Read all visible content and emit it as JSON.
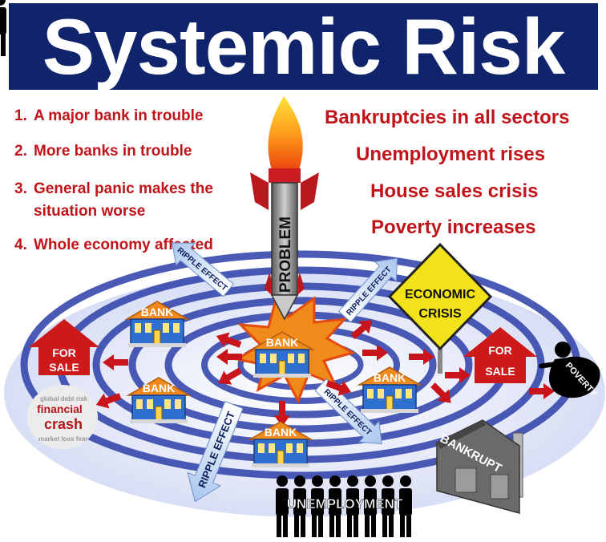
{
  "title": "Systemic Risk",
  "steps": [
    {
      "num": "1.",
      "text": "A major bank in trouble"
    },
    {
      "num": "2.",
      "text": "More banks in trouble"
    },
    {
      "num": "3.",
      "text": "General panic makes the",
      "text2": "situation worse"
    },
    {
      "num": "4.",
      "text": "Whole economy affected"
    }
  ],
  "consequences": [
    "Bankruptcies in all sectors",
    "Unemployment rises",
    "House sales crisis",
    "Poverty increases"
  ],
  "labels": {
    "problem": "PROBLEM",
    "bank": "BANK",
    "ripple": "RIPPLE EFFECT",
    "for": "FOR",
    "sale": "SALE",
    "economic": "ECONOMIC",
    "crisis": "CRISIS",
    "bankrupt": "BANKRUPT",
    "unemployment": "UNEMPLOYMENT",
    "poverty": "POVERTY",
    "cloud_financial": "financial",
    "cloud_crash": "crash"
  },
  "colors": {
    "title_bg": "#10246b",
    "red_text": "#c0141a",
    "arrow_red": "#c8141a",
    "ripple_blue": "#2b3ea8",
    "sign_yellow": "#f2e21a"
  }
}
